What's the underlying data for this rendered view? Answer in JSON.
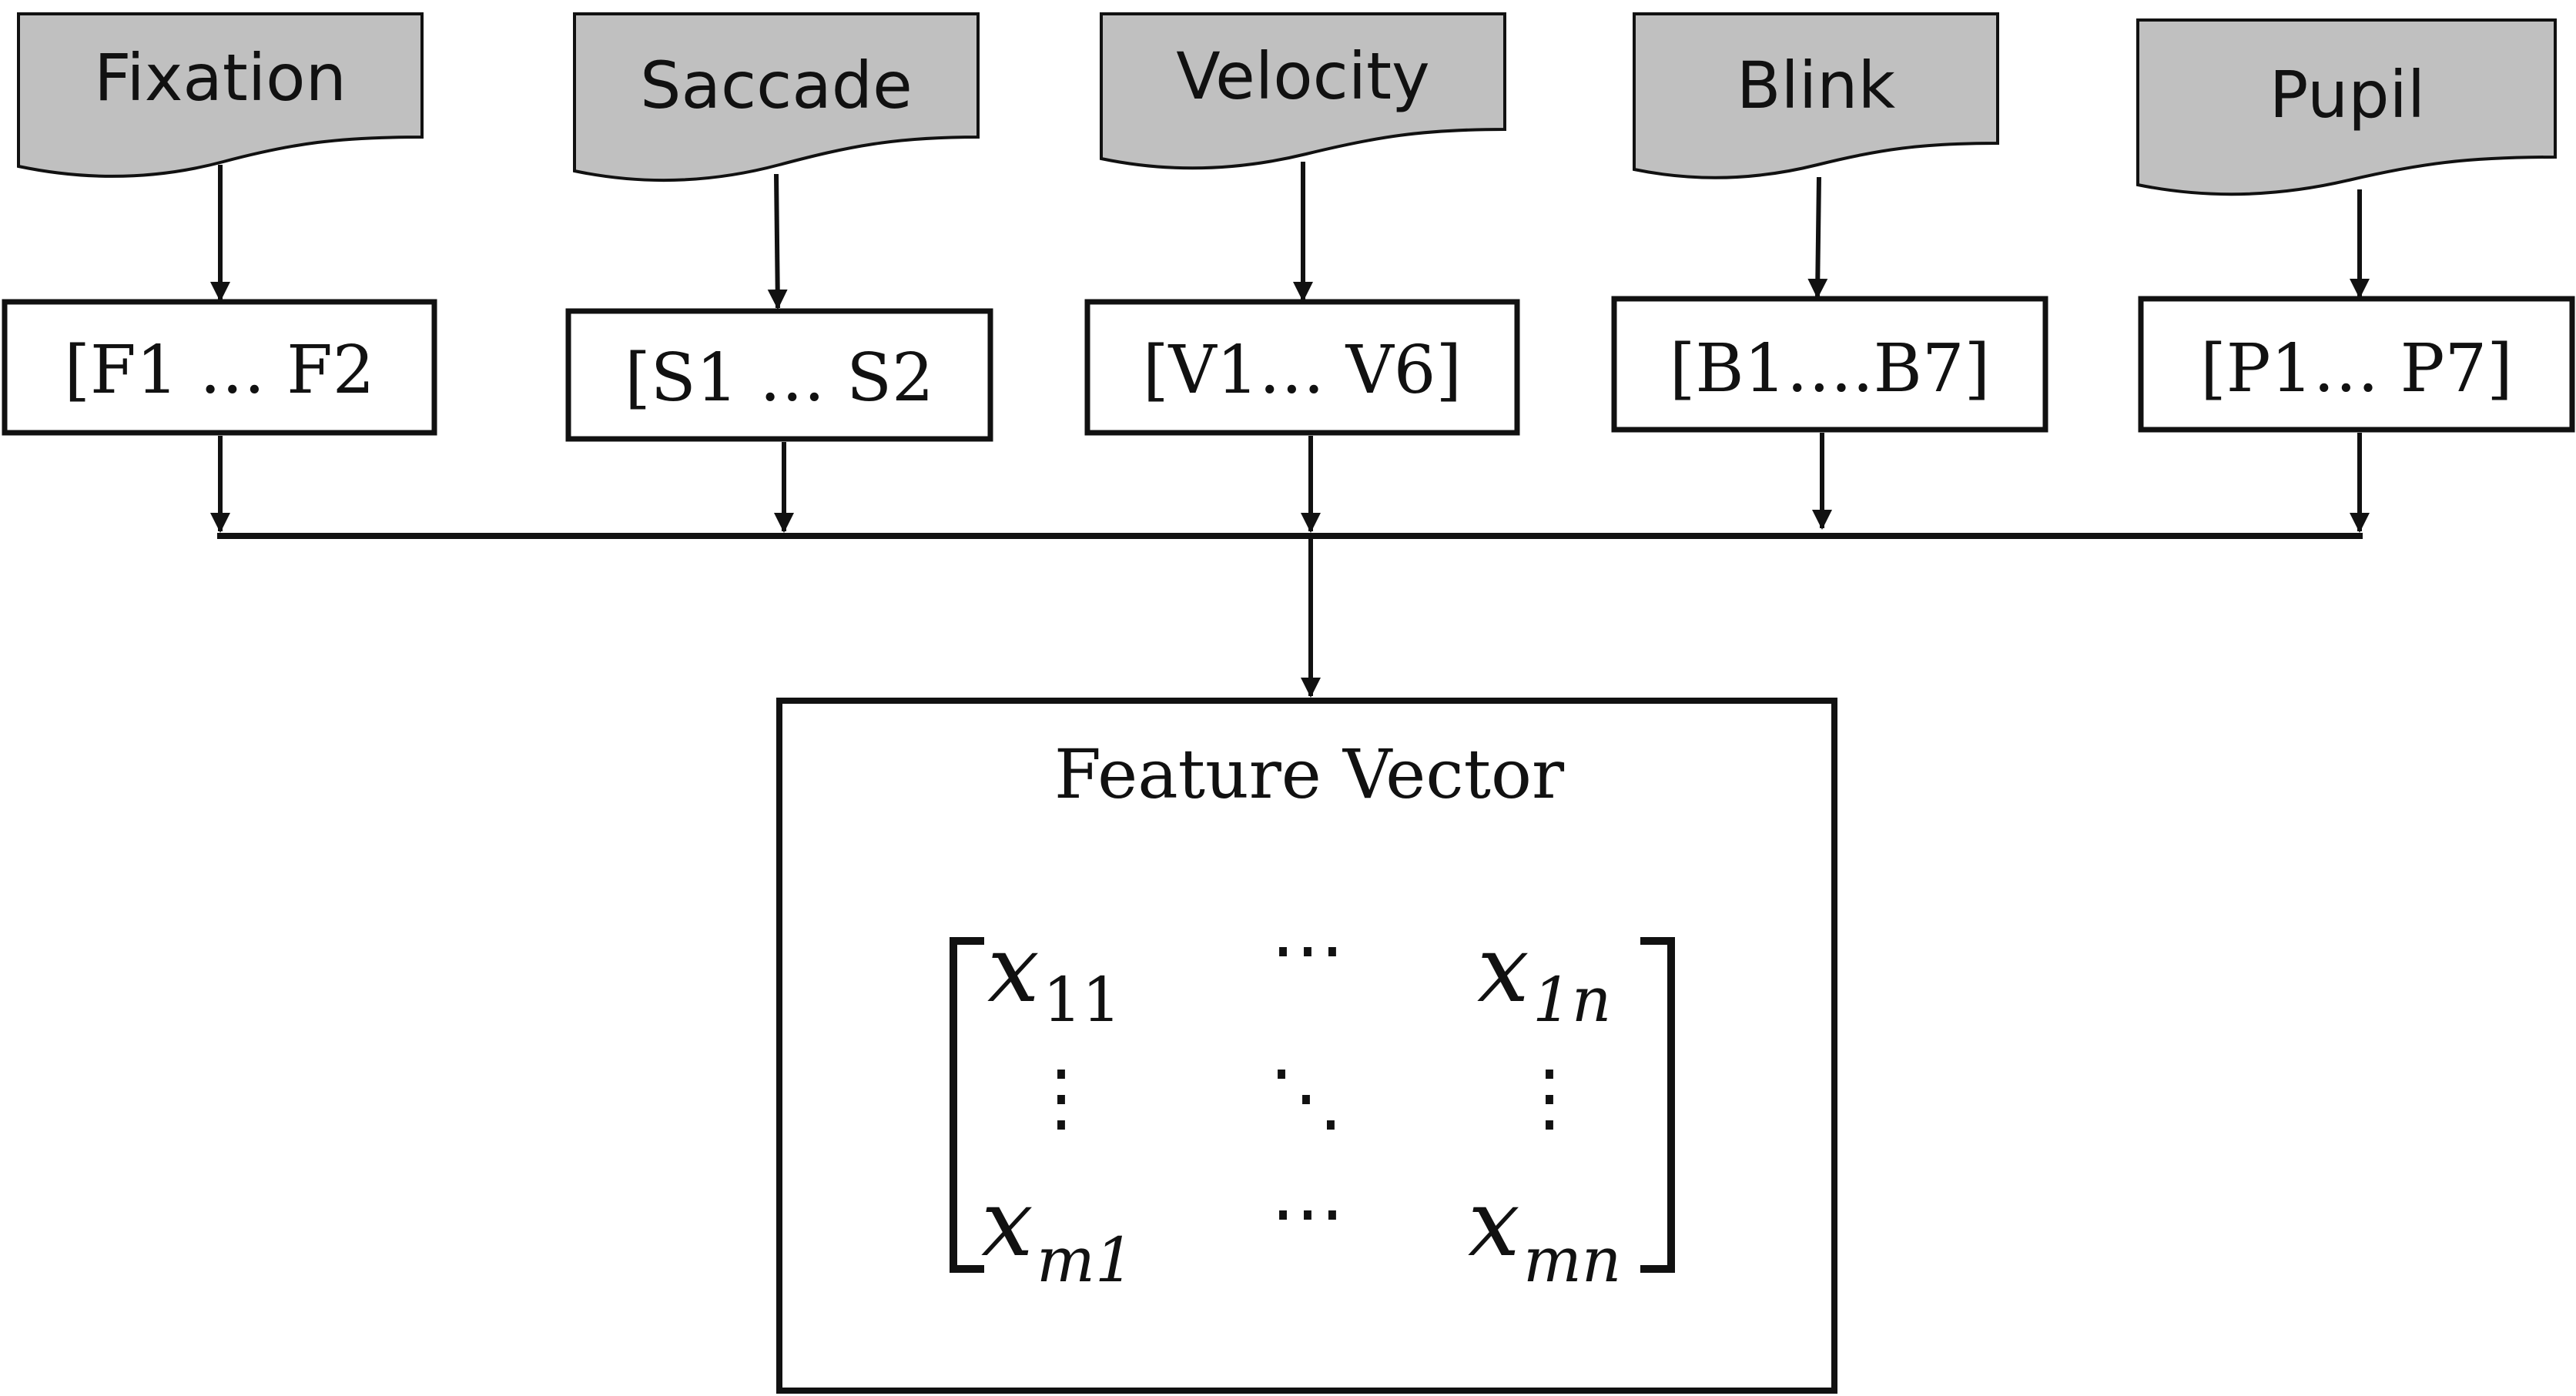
{
  "colors": {
    "document_fill": "#c0c0c0",
    "stroke": "#111111",
    "background": "#ffffff"
  },
  "sources": [
    {
      "id": "fixation",
      "label": "Fixation",
      "range": "[F1 … F2"
    },
    {
      "id": "saccade",
      "label": "Saccade",
      "range": "[S1 … S2"
    },
    {
      "id": "velocity",
      "label": "Velocity",
      "range": "[V1… V6]"
    },
    {
      "id": "blink",
      "label": "Blink",
      "range": "[B1….B7]"
    },
    {
      "id": "pupil",
      "label": "Pupil",
      "range": "[P1… P7]"
    }
  ],
  "feature_vector": {
    "title": "Feature Vector",
    "matrix": {
      "top_left": {
        "var": "x",
        "sub": "11"
      },
      "top_right": {
        "var": "x",
        "sub": "1n"
      },
      "bottom_left": {
        "var": "x",
        "sub": "m1"
      },
      "bottom_right": {
        "var": "x",
        "sub": "mn"
      },
      "h_ellipsis": "⋯",
      "v_ellipsis": "⋮",
      "d_ellipsis": "⋱"
    }
  }
}
